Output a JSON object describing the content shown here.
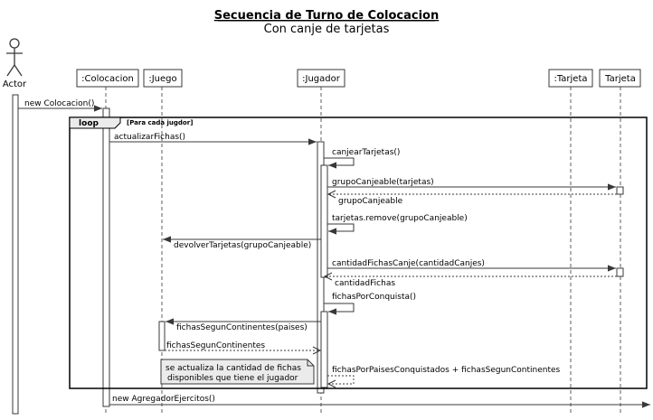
{
  "title": "Secuencia de Turno de Colocacion",
  "subtitle": "Con canje de tarjetas",
  "actor_label": "Actor",
  "participants": {
    "colocacion": ":Colocacion",
    "juego": ":Juego",
    "jugador": ":Jugador",
    "tarjeta_obj": ":Tarjeta",
    "tarjeta_cls": "Tarjeta"
  },
  "fragment": {
    "keyword": "loop",
    "guard": "[Para cada jugdor]"
  },
  "messages": {
    "new_colocacion": "new Colocacion()",
    "actualizar_fichas": "actualizarFichas()",
    "canjear_tarjetas": "canjearTarjetas()",
    "grupo_canjeable_call": "grupoCanjeable(tarjetas)",
    "grupo_canjeable_return": "grupoCanjeable",
    "tarjetas_remove": "tarjetas.remove(grupoCanjeable)",
    "devolver_tarjetas": "devolverTarjetas(grupoCanjeable)",
    "cantidad_fichas_canje": "cantidadFichasCanje(cantidadCanjes)",
    "cantidad_fichas_return": "cantidadFichas",
    "fichas_por_conquista": "fichasPorConquista()",
    "fichas_segun_continentes_call": "fichasSegunContinentes(paises)",
    "fichas_segun_continentes_return": "fichasSegunContinentes",
    "fichas_por_paises_return": "fichasPorPaisesConquistados + fichasSegunContinentes",
    "new_agregador": "new AgregadorEjercitos()"
  },
  "note": {
    "line1": "se actualiza la cantidad de fichas",
    "line2": "disponibles que tiene el jugador"
  },
  "colors": {
    "line": "#383838",
    "box_fill": "#ffffff",
    "note_fill": "#ebebeb",
    "activation_fill": "#ffffff"
  }
}
